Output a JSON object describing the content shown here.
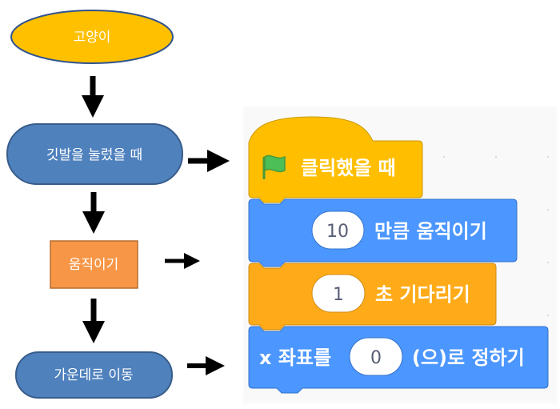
{
  "flowchart": {
    "start_label": "고양이",
    "flag_clicked_label": "깃발을 눌렀을 때",
    "move_label": "움직이기",
    "go_center_label": "가운데로 이동"
  },
  "scratch": {
    "hat_label": "클릭했을 때",
    "move_value": "10",
    "move_label": "만큼 움직이기",
    "wait_value": "1",
    "wait_label": "초 기다리기",
    "setx_prefix": "x 좌표를",
    "setx_value": "0",
    "setx_suffix": "(으)로 정하기"
  },
  "colors": {
    "start_fill": "#ffc000",
    "start_stroke": "#2f528f",
    "process_fill": "#4f81bd",
    "process_stroke": "#385d8a",
    "action_fill": "#f79646",
    "action_stroke": "#b66d31",
    "events_fill": "#ffbf00",
    "events_stroke": "#cc9900",
    "motion_fill": "#4c97ff",
    "motion_stroke": "#3373cc",
    "control_fill": "#ffab19",
    "control_stroke": "#cf8b17",
    "flag_green": "#4cbf56"
  }
}
